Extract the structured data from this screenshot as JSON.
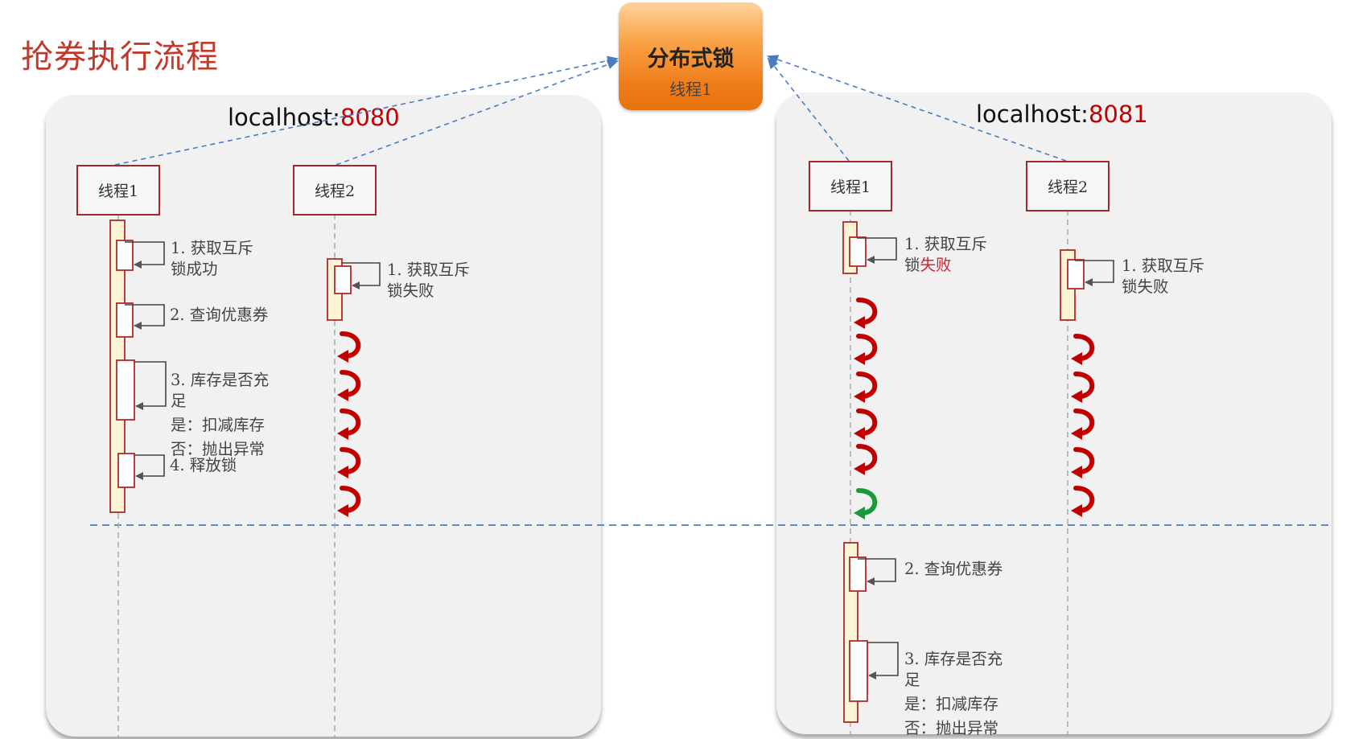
{
  "title": "抢券执行流程",
  "lock": {
    "title": "分布式锁",
    "holder": "线程1"
  },
  "servers": [
    {
      "host": "localhost:",
      "port": "8080",
      "threads": [
        {
          "label": "线程1"
        },
        {
          "label": "线程2"
        }
      ],
      "steps": [
        {
          "line1": "1. 获取互斥",
          "line2": "锁成功"
        },
        {
          "line1": "2. 查询优惠券"
        },
        {
          "line1": "3. 库存是否充",
          "line2": "足",
          "line3": "是：扣减库存",
          "line4": "否：抛出异常"
        },
        {
          "line1": "4. 释放锁"
        },
        {
          "line1": "1. 获取互斥",
          "line2": "锁失败"
        }
      ]
    },
    {
      "host": "localhost:",
      "port": "8081",
      "threads": [
        {
          "label": "线程1"
        },
        {
          "label": "线程2"
        }
      ],
      "steps": [
        {
          "line1": "1. 获取互斥",
          "line2a": "锁",
          "line2b": "失败"
        },
        {
          "line1": "1. 获取互斥",
          "line2": "锁失败"
        },
        {
          "line1": "2. 查询优惠券"
        },
        {
          "line1": "3. 库存是否充",
          "line2": "足",
          "line3": "是：扣减库存",
          "line4": "否：抛出异常"
        }
      ]
    }
  ],
  "colors": {
    "title": "#c0392b",
    "lifeline_box": "#a0282a",
    "activation_fill": "#fdf4d7",
    "retry_red": "#c00000",
    "retry_green": "#1a9a3c",
    "dashed_arrow": "#4a7cc0"
  },
  "icons": {
    "retry_fail": "curved-retry-arrow-red",
    "retry_success": "curved-retry-arrow-green"
  }
}
